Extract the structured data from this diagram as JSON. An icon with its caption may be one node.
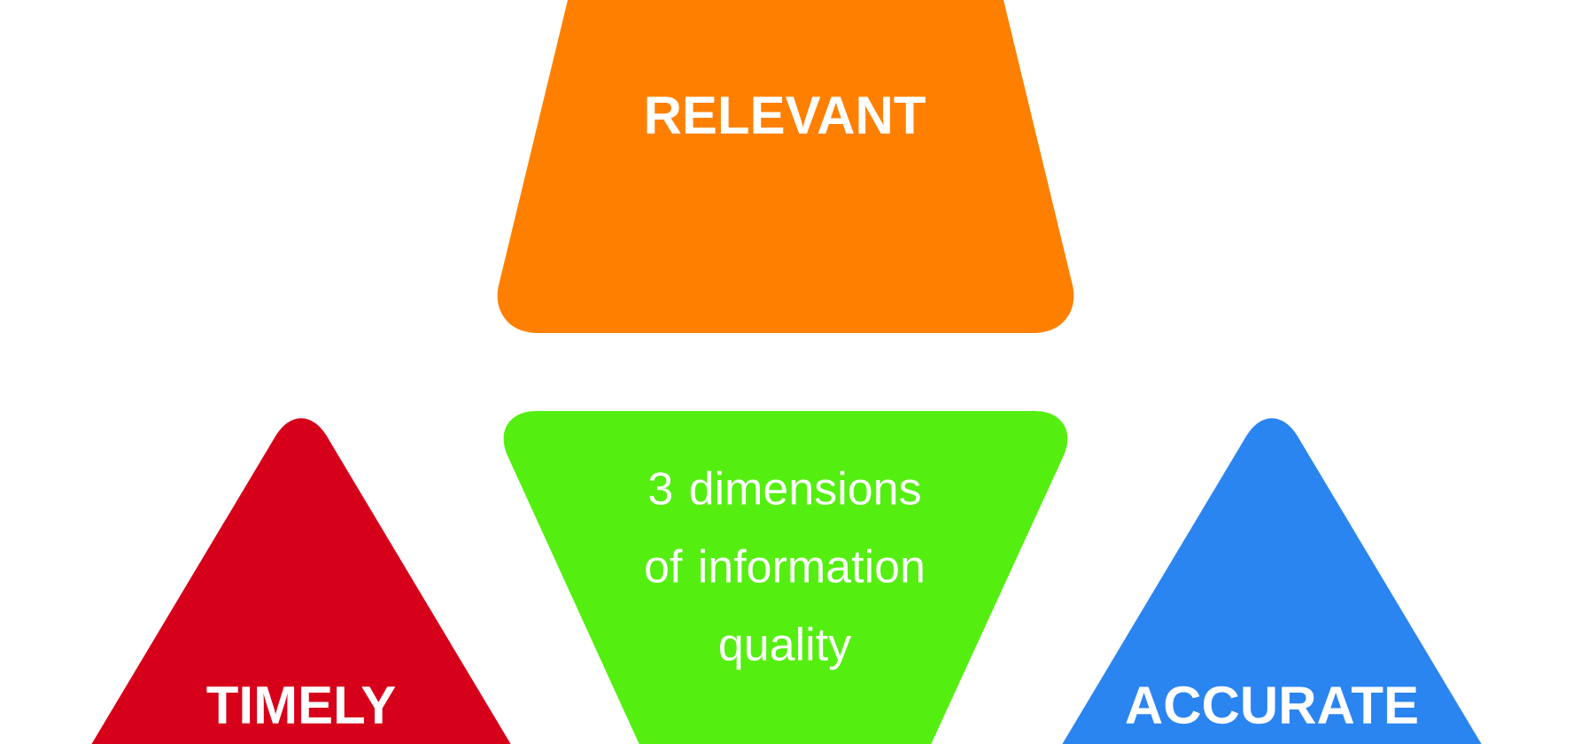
{
  "diagram": {
    "nodes": [
      {
        "text": [
          "RELEVANT"
        ]
      },
      {
        "text": [
          "3 dimensions of information quality"
        ]
      },
      {
        "text": [
          "TIMELY"
        ]
      },
      {
        "text": [
          "ACCURATE"
        ]
      }
    ]
  }
}
